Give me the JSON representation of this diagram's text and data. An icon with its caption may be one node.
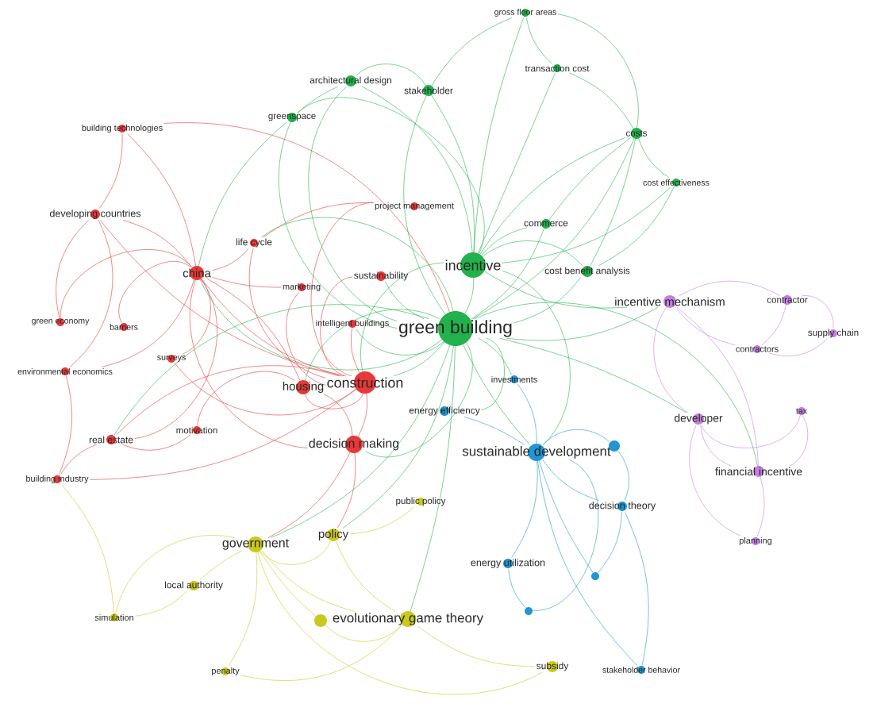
{
  "diagram": {
    "nodes": [
      {
        "text": [
          "building technologies"
        ]
      },
      {
        "text": [
          "developing countries"
        ]
      },
      {
        "text": [
          "china"
        ]
      },
      {
        "text": [
          "life cycle"
        ]
      },
      {
        "text": [
          "marketing"
        ]
      },
      {
        "text": [
          "sustainability"
        ]
      },
      {
        "text": [
          "project management"
        ]
      },
      {
        "text": [
          "intelligent buildings"
        ]
      },
      {
        "text": [
          "green economy"
        ]
      },
      {
        "text": [
          "barriers"
        ]
      },
      {
        "text": [
          "surveys"
        ]
      },
      {
        "text": [
          "environmental economics"
        ]
      },
      {
        "text": [
          "housing"
        ]
      },
      {
        "text": [
          "construction"
        ]
      },
      {
        "text": [
          "real estate"
        ]
      },
      {
        "text": [
          "motivation"
        ]
      },
      {
        "text": [
          "decision making"
        ]
      },
      {
        "text": [
          "building industry"
        ]
      },
      {
        "text": [
          "gross floor areas"
        ]
      },
      {
        "text": [
          "transaction cost"
        ]
      },
      {
        "text": [
          "stakeholder"
        ]
      },
      {
        "text": [
          "architectural design"
        ]
      },
      {
        "text": [
          "greenspace"
        ]
      },
      {
        "text": [
          "costs"
        ]
      },
      {
        "text": [
          "cost effectiveness"
        ]
      },
      {
        "text": [
          "commerce"
        ]
      },
      {
        "text": [
          "incentive"
        ]
      },
      {
        "text": [
          "cost benefit analysis"
        ]
      },
      {
        "text": [
          "green building"
        ]
      },
      {
        "text": [
          "public policy"
        ]
      },
      {
        "text": [
          "policy"
        ]
      },
      {
        "text": [
          "government"
        ]
      },
      {
        "text": [
          "local authority"
        ]
      },
      {
        "text": [
          "simulation"
        ]
      },
      {
        "text": [],
        "shape": "circle"
      },
      {
        "text": [
          "evolutionary game theory"
        ]
      },
      {
        "text": [
          "penalty"
        ]
      },
      {
        "text": [
          "subsidy"
        ]
      },
      {
        "text": [
          "investments"
        ]
      },
      {
        "text": [
          "energy efficiency"
        ]
      },
      {
        "text": [
          "sustainable development"
        ]
      },
      {
        "text": [],
        "shape": "circle"
      },
      {
        "text": [
          "decision theory"
        ]
      },
      {
        "text": [
          "energy utilization"
        ]
      },
      {
        "text": [],
        "shape": "circle"
      },
      {
        "text": [],
        "shape": "circle"
      },
      {
        "text": [
          "stakeholder behavior"
        ]
      },
      {
        "text": [
          "incentive mechanism"
        ]
      },
      {
        "text": [
          "contractor"
        ]
      },
      {
        "text": [
          "contractors"
        ]
      },
      {
        "text": [
          "supply chain"
        ]
      },
      {
        "text": [
          "tax"
        ]
      },
      {
        "text": [
          "developer"
        ]
      },
      {
        "text": [
          "financial incentive"
        ]
      },
      {
        "text": [
          "planning"
        ]
      }
    ],
    "edges": [
      {
        "from": 13,
        "to": 2,
        "arrow": "none",
        "color": "#e8383a"
      },
      {
        "from": 13,
        "to": 12,
        "arrow": "none",
        "color": "#e8383a"
      },
      {
        "from": 13,
        "to": 16,
        "arrow": "none",
        "color": "#e8383a"
      },
      {
        "from": 13,
        "to": 5,
        "arrow": "none",
        "color": "#e8383a"
      },
      {
        "from": 13,
        "to": 7,
        "arrow": "none",
        "color": "#e8383a"
      },
      {
        "from": 13,
        "to": 4,
        "arrow": "none",
        "color": "#e8383a"
      },
      {
        "from": 13,
        "to": 1,
        "arrow": "none",
        "color": "#e8383a"
      },
      {
        "from": 13,
        "to": 14,
        "arrow": "none",
        "color": "#e8383a"
      },
      {
        "from": 13,
        "to": 17,
        "arrow": "none",
        "color": "#e8383a"
      },
      {
        "from": 13,
        "to": 3,
        "arrow": "none",
        "color": "#e8383a"
      },
      {
        "from": 13,
        "to": 6,
        "arrow": "none",
        "color": "#e8383a"
      },
      {
        "from": 13,
        "to": 10,
        "arrow": "none",
        "color": "#e8383a"
      },
      {
        "from": 2,
        "to": 1,
        "arrow": "none",
        "color": "#e8383a"
      },
      {
        "from": 2,
        "to": 3,
        "arrow": "none",
        "color": "#e8383a"
      },
      {
        "from": 2,
        "to": 4,
        "arrow": "none",
        "color": "#e8383a"
      },
      {
        "from": 2,
        "to": 9,
        "arrow": "none",
        "color": "#e8383a"
      },
      {
        "from": 2,
        "to": 10,
        "arrow": "none",
        "color": "#e8383a"
      },
      {
        "from": 2,
        "to": 8,
        "arrow": "none",
        "color": "#e8383a"
      },
      {
        "from": 2,
        "to": 11,
        "arrow": "none",
        "color": "#e8383a"
      },
      {
        "from": 2,
        "to": 14,
        "arrow": "none",
        "color": "#e8383a"
      },
      {
        "from": 2,
        "to": 12,
        "arrow": "none",
        "color": "#e8383a"
      },
      {
        "from": 2,
        "to": 16,
        "arrow": "none",
        "color": "#e8383a"
      },
      {
        "from": 2,
        "to": 0,
        "arrow": "none",
        "color": "#e8383a"
      },
      {
        "from": 1,
        "to": 0,
        "arrow": "none",
        "color": "#e8383a"
      },
      {
        "from": 1,
        "to": 8,
        "arrow": "none",
        "color": "#e8383a"
      },
      {
        "from": 1,
        "to": 11,
        "arrow": "none",
        "color": "#e8383a"
      },
      {
        "from": 17,
        "to": 14,
        "arrow": "none",
        "color": "#e8383a"
      },
      {
        "from": 17,
        "to": 11,
        "arrow": "none",
        "color": "#e8383a"
      },
      {
        "from": 14,
        "to": 15,
        "arrow": "none",
        "color": "#e8383a"
      },
      {
        "from": 12,
        "to": 16,
        "arrow": "none",
        "color": "#e8383a"
      },
      {
        "from": 15,
        "to": 12,
        "arrow": "none",
        "color": "#e8383a"
      },
      {
        "from": 3,
        "to": 6,
        "arrow": "none",
        "color": "#e8383a"
      },
      {
        "from": 16,
        "to": 31,
        "arrow": "none",
        "color": "#e8383a"
      },
      {
        "from": 16,
        "to": 30,
        "arrow": "none",
        "color": "#e8383a"
      },
      {
        "from": 0,
        "to": 28,
        "arrow": "none",
        "color": "#e8383a"
      },
      {
        "from": 28,
        "to": 2,
        "arrow": "none",
        "color": "#22b14c"
      },
      {
        "from": 28,
        "to": 5,
        "arrow": "none",
        "color": "#22b14c"
      },
      {
        "from": 28,
        "to": 7,
        "arrow": "none",
        "color": "#22b14c"
      },
      {
        "from": 28,
        "to": 12,
        "arrow": "none",
        "color": "#22b14c"
      },
      {
        "from": 28,
        "to": 13,
        "arrow": "none",
        "color": "#22b14c"
      },
      {
        "from": 28,
        "to": 16,
        "arrow": "none",
        "color": "#22b14c"
      },
      {
        "from": 28,
        "to": 20,
        "arrow": "none",
        "color": "#22b14c"
      },
      {
        "from": 28,
        "to": 21,
        "arrow": "none",
        "color": "#22b14c"
      },
      {
        "from": 28,
        "to": 22,
        "arrow": "none",
        "color": "#22b14c"
      },
      {
        "from": 28,
        "to": 23,
        "arrow": "none",
        "color": "#22b14c"
      },
      {
        "from": 28,
        "to": 26,
        "arrow": "none",
        "color": "#22b14c"
      },
      {
        "from": 28,
        "to": 25,
        "arrow": "none",
        "color": "#22b14c"
      },
      {
        "from": 28,
        "to": 27,
        "arrow": "none",
        "color": "#22b14c"
      },
      {
        "from": 28,
        "to": 30,
        "arrow": "none",
        "color": "#22b14c"
      },
      {
        "from": 28,
        "to": 31,
        "arrow": "none",
        "color": "#22b14c"
      },
      {
        "from": 28,
        "to": 35,
        "arrow": "none",
        "color": "#22b14c"
      },
      {
        "from": 28,
        "to": 40,
        "arrow": "none",
        "color": "#22b14c"
      },
      {
        "from": 28,
        "to": 47,
        "arrow": "none",
        "color": "#22b14c"
      },
      {
        "from": 28,
        "to": 52,
        "arrow": "none",
        "color": "#22b14c"
      },
      {
        "from": 28,
        "to": 53,
        "arrow": "none",
        "color": "#22b14c"
      },
      {
        "from": 28,
        "to": 39,
        "arrow": "none",
        "color": "#22b14c"
      },
      {
        "from": 28,
        "to": 38,
        "arrow": "none",
        "color": "#22b14c"
      },
      {
        "from": 28,
        "to": 14,
        "arrow": "none",
        "color": "#22b14c"
      },
      {
        "from": 28,
        "to": 3,
        "arrow": "none",
        "color": "#22b14c"
      },
      {
        "from": 26,
        "to": 20,
        "arrow": "none",
        "color": "#22b14c"
      },
      {
        "from": 26,
        "to": 21,
        "arrow": "none",
        "color": "#22b14c"
      },
      {
        "from": 26,
        "to": 22,
        "arrow": "none",
        "color": "#22b14c"
      },
      {
        "from": 26,
        "to": 23,
        "arrow": "none",
        "color": "#22b14c"
      },
      {
        "from": 26,
        "to": 24,
        "arrow": "none",
        "color": "#22b14c"
      },
      {
        "from": 26,
        "to": 25,
        "arrow": "none",
        "color": "#22b14c"
      },
      {
        "from": 26,
        "to": 27,
        "arrow": "none",
        "color": "#22b14c"
      },
      {
        "from": 26,
        "to": 18,
        "arrow": "none",
        "color": "#22b14c"
      },
      {
        "from": 26,
        "to": 19,
        "arrow": "none",
        "color": "#22b14c"
      },
      {
        "from": 26,
        "to": 13,
        "arrow": "none",
        "color": "#22b14c"
      },
      {
        "from": 26,
        "to": 40,
        "arrow": "none",
        "color": "#22b14c"
      },
      {
        "from": 26,
        "to": 47,
        "arrow": "none",
        "color": "#22b14c"
      },
      {
        "from": 18,
        "to": 19,
        "arrow": "none",
        "color": "#22b14c"
      },
      {
        "from": 18,
        "to": 23,
        "arrow": "none",
        "color": "#22b14c"
      },
      {
        "from": 18,
        "to": 20,
        "arrow": "none",
        "color": "#22b14c"
      },
      {
        "from": 19,
        "to": 23,
        "arrow": "none",
        "color": "#22b14c"
      },
      {
        "from": 23,
        "to": 24,
        "arrow": "none",
        "color": "#22b14c"
      },
      {
        "from": 23,
        "to": 25,
        "arrow": "none",
        "color": "#22b14c"
      },
      {
        "from": 20,
        "to": 21,
        "arrow": "none",
        "color": "#22b14c"
      },
      {
        "from": 21,
        "to": 22,
        "arrow": "none",
        "color": "#22b14c"
      },
      {
        "from": 27,
        "to": 24,
        "arrow": "none",
        "color": "#22b14c"
      },
      {
        "from": 27,
        "to": 23,
        "arrow": "none",
        "color": "#22b14c"
      },
      {
        "from": 22,
        "to": 2,
        "arrow": "none",
        "color": "#22b14c"
      },
      {
        "from": 31,
        "to": 30,
        "arrow": "none",
        "color": "#c9c91e"
      },
      {
        "from": 31,
        "to": 32,
        "arrow": "none",
        "color": "#c9c91e"
      },
      {
        "from": 31,
        "to": 33,
        "arrow": "none",
        "color": "#c9c91e"
      },
      {
        "from": 31,
        "to": 35,
        "arrow": "none",
        "color": "#c9c91e"
      },
      {
        "from": 31,
        "to": 36,
        "arrow": "none",
        "color": "#c9c91e"
      },
      {
        "from": 31,
        "to": 37,
        "arrow": "none",
        "color": "#c9c91e"
      },
      {
        "from": 30,
        "to": 29,
        "arrow": "none",
        "color": "#c9c91e"
      },
      {
        "from": 30,
        "to": 35,
        "arrow": "none",
        "color": "#c9c91e"
      },
      {
        "from": 35,
        "to": 37,
        "arrow": "none",
        "color": "#c9c91e"
      },
      {
        "from": 35,
        "to": 36,
        "arrow": "none",
        "color": "#c9c91e"
      },
      {
        "from": 32,
        "to": 33,
        "arrow": "none",
        "color": "#c9c91e"
      },
      {
        "from": 34,
        "to": 31,
        "arrow": "none",
        "color": "#c9c91e"
      },
      {
        "from": 34,
        "to": 35,
        "arrow": "none",
        "color": "#c9c91e"
      },
      {
        "from": 33,
        "to": 17,
        "arrow": "none",
        "color": "#c9c91e"
      },
      {
        "from": 40,
        "to": 38,
        "arrow": "none",
        "color": "#2196d3"
      },
      {
        "from": 40,
        "to": 39,
        "arrow": "none",
        "color": "#2196d3"
      },
      {
        "from": 40,
        "to": 41,
        "arrow": "none",
        "color": "#2196d3"
      },
      {
        "from": 40,
        "to": 42,
        "arrow": "none",
        "color": "#2196d3"
      },
      {
        "from": 40,
        "to": 43,
        "arrow": "none",
        "color": "#2196d3"
      },
      {
        "from": 40,
        "to": 44,
        "arrow": "none",
        "color": "#2196d3"
      },
      {
        "from": 40,
        "to": 45,
        "arrow": "none",
        "color": "#2196d3"
      },
      {
        "from": 40,
        "to": 46,
        "arrow": "none",
        "color": "#2196d3"
      },
      {
        "from": 42,
        "to": 46,
        "arrow": "none",
        "color": "#2196d3"
      },
      {
        "from": 43,
        "to": 45,
        "arrow": "none",
        "color": "#2196d3"
      },
      {
        "from": 42,
        "to": 44,
        "arrow": "none",
        "color": "#2196d3"
      },
      {
        "from": 41,
        "to": 42,
        "arrow": "none",
        "color": "#2196d3"
      },
      {
        "from": 47,
        "to": 48,
        "arrow": "none",
        "color": "#c57fe0"
      },
      {
        "from": 47,
        "to": 49,
        "arrow": "none",
        "color": "#c57fe0"
      },
      {
        "from": 47,
        "to": 52,
        "arrow": "none",
        "color": "#c57fe0"
      },
      {
        "from": 47,
        "to": 53,
        "arrow": "none",
        "color": "#c57fe0"
      },
      {
        "from": 48,
        "to": 50,
        "arrow": "none",
        "color": "#c57fe0"
      },
      {
        "from": 49,
        "to": 50,
        "arrow": "none",
        "color": "#c57fe0"
      },
      {
        "from": 52,
        "to": 51,
        "arrow": "none",
        "color": "#c57fe0"
      },
      {
        "from": 52,
        "to": 53,
        "arrow": "none",
        "color": "#c57fe0"
      },
      {
        "from": 53,
        "to": 54,
        "arrow": "none",
        "color": "#c57fe0"
      },
      {
        "from": 52,
        "to": 54,
        "arrow": "none",
        "color": "#c57fe0"
      },
      {
        "from": 48,
        "to": 49,
        "arrow": "none",
        "color": "#c57fe0"
      },
      {
        "from": 53,
        "to": 51,
        "arrow": "none",
        "color": "#c57fe0"
      }
    ]
  }
}
